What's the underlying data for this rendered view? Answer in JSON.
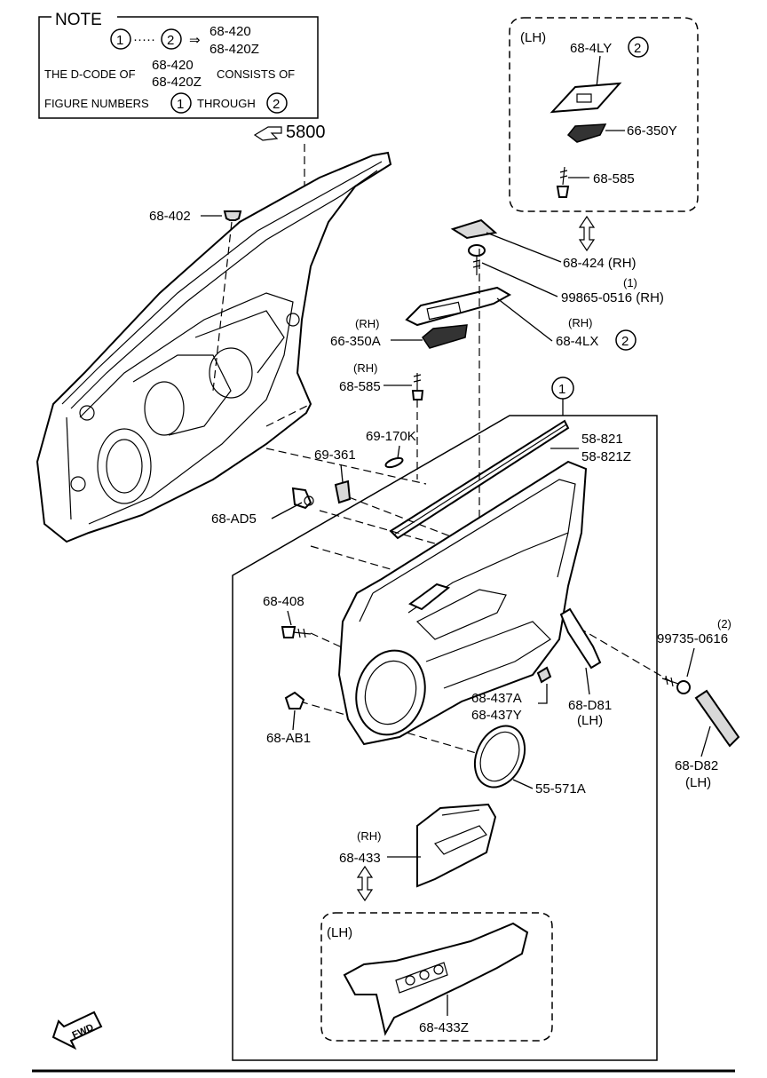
{
  "note": {
    "title": "NOTE",
    "circle1": "1",
    "dots": "·····",
    "circle2": "2",
    "arrow": "⇒",
    "code1": "68-420",
    "code2": "68-420Z",
    "line1_prefix": "THE D-CODE OF",
    "line1_code1": "68-420",
    "line1_code2": "68-420Z",
    "line1_suffix": "CONSISTS OF",
    "line2_prefix": "FIGURE NUMBERS",
    "line2_c1": "1",
    "line2_mid": "THROUGH",
    "line2_c2": "2"
  },
  "ref_5800": "5800",
  "lh_box_top": {
    "title": "(LH)",
    "p1": "68-4LY",
    "p1_circle": "2",
    "p2": "66-350Y",
    "p3": "68-585"
  },
  "labels": {
    "p68_402": "68-402",
    "p68_424": "68-424 (RH)",
    "p99865_qty": "(1)",
    "p99865": "99865-0516 (RH)",
    "p4lx_rh": "(RH)",
    "p4lx": "68-4LX",
    "p4lx_circle": "2",
    "p350a_rh": "(RH)",
    "p350a": "66-350A",
    "p585_rh": "(RH)",
    "p585": "68-585",
    "circle1": "1",
    "p58_821": "58-821",
    "p58_821z": "58-821Z",
    "p69_170k": "69-170K",
    "p69_361": "69-361",
    "p68_ad5": "68-AD5",
    "p68_408": "68-408",
    "p99735_qty": "(2)",
    "p99735": "99735-0616",
    "p68_437a": "68-437A",
    "p68_437y": "68-437Y",
    "p68_d81": "68-D81",
    "p68_d81_lh": "(LH)",
    "p68_ab1": "68-AB1",
    "p68_d82": "68-D82",
    "p68_d82_lh": "(LH)",
    "p55_571a": "55-571A",
    "p433_rh": "(RH)",
    "p433": "68-433",
    "lh_bottom_title": "(LH)",
    "p433z": "68-433Z",
    "fwd": "FWD"
  }
}
